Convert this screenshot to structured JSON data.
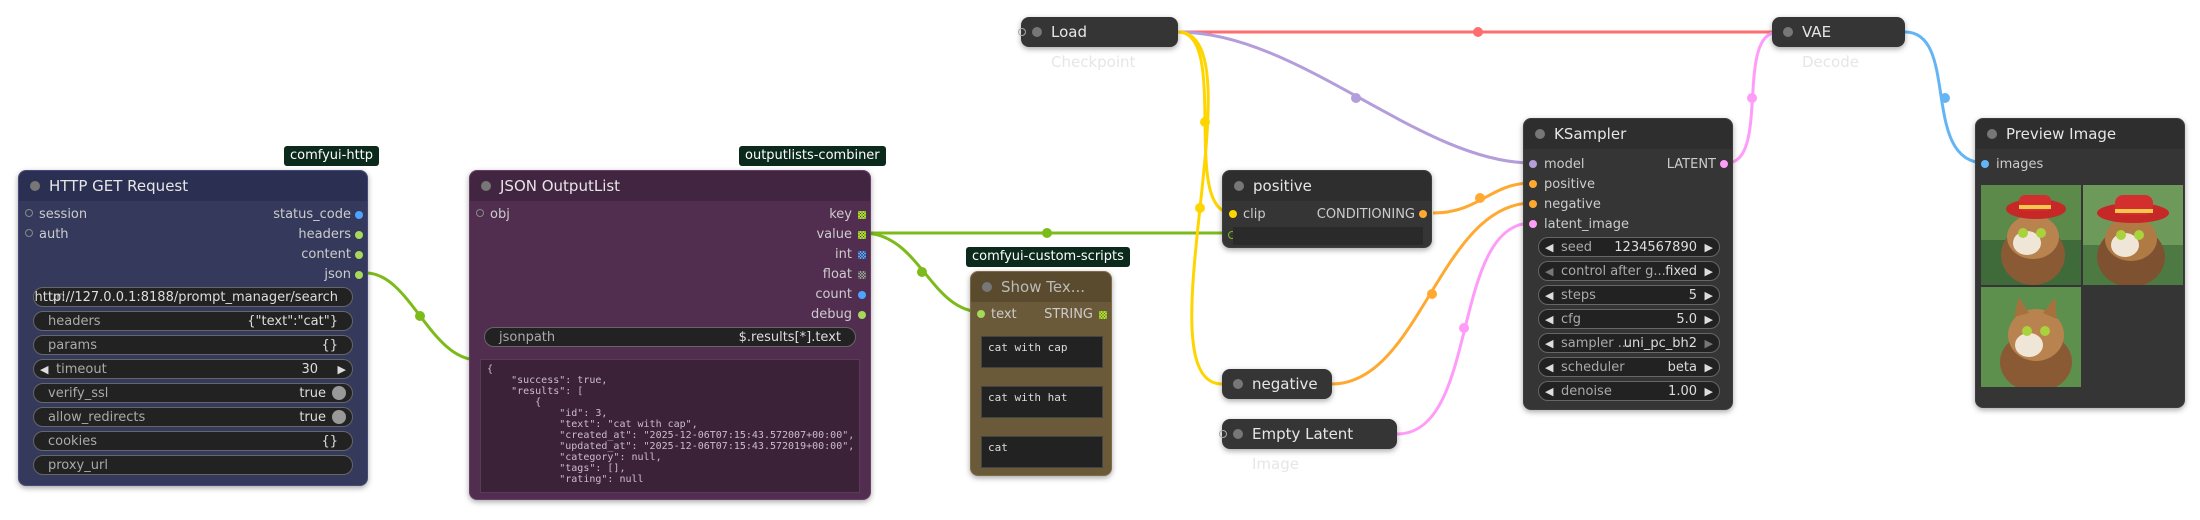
{
  "badges": {
    "http": "comfyui-http",
    "outputlists": "outputlists-combiner",
    "custom_scripts": "comfyui-custom-scripts"
  },
  "http_node": {
    "title": "HTTP GET Request",
    "inputs": [
      "session",
      "auth"
    ],
    "outputs": [
      "status_code",
      "headers",
      "content",
      "json"
    ],
    "widgets": [
      {
        "label": "url",
        "value": "http://127.0.0.1:8188/prompt_manager/search"
      },
      {
        "label": "headers",
        "value": "{\"text\":\"cat\"}"
      },
      {
        "label": "params",
        "value": "{}"
      },
      {
        "label": "timeout",
        "value": "30"
      },
      {
        "label": "verify_ssl",
        "value": "true"
      },
      {
        "label": "allow_redirects",
        "value": "true"
      },
      {
        "label": "cookies",
        "value": "{}"
      },
      {
        "label": "proxy_url",
        "value": ""
      }
    ]
  },
  "json_node": {
    "title": "JSON OutputList",
    "input": "obj",
    "outputs": [
      "key",
      "value",
      "int",
      "float",
      "count",
      "debug"
    ],
    "jsonpath_label": "jsonpath",
    "jsonpath_value": "$.results[*].text",
    "preview": "{\n    \"success\": true,\n    \"results\": [\n        {\n            \"id\": 3,\n            \"text\": \"cat with cap\",\n            \"created_at\": \"2025-12-06T07:15:43.572007+00:00\",\n            \"updated_at\": \"2025-12-06T07:15:43.572019+00:00\",\n            \"category\": null,\n            \"tags\": [],\n            \"rating\": null"
  },
  "show_text_node": {
    "title": "Show Tex...",
    "input": "text",
    "output": "STRING",
    "texts": [
      "cat with cap",
      "cat with hat",
      "cat"
    ]
  },
  "load_checkpoint": {
    "title": "Load Checkpoint"
  },
  "positive_node": {
    "title": "positive",
    "input": "clip",
    "output": "CONDITIONING"
  },
  "negative_node": {
    "title": "negative"
  },
  "empty_latent": {
    "title": "Empty Latent Image"
  },
  "ksampler": {
    "title": "KSampler",
    "inputs": [
      "model",
      "positive",
      "negative",
      "latent_image"
    ],
    "output": "LATENT",
    "widgets": [
      {
        "label": "seed",
        "value": "1234567890"
      },
      {
        "label": "control after g...",
        "value": "fixed"
      },
      {
        "label": "steps",
        "value": "5"
      },
      {
        "label": "cfg",
        "value": "5.0"
      },
      {
        "label": "sampler ...",
        "value": "uni_pc_bh2"
      },
      {
        "label": "scheduler",
        "value": "beta"
      },
      {
        "label": "denoise",
        "value": "1.00"
      }
    ]
  },
  "vae_decode": {
    "title": "VAE Decode"
  },
  "preview_image": {
    "title": "Preview Image",
    "input": "images"
  },
  "colors": {
    "model": "#b39ddb",
    "clip": "#ffd500",
    "conditioning": "#ffa931",
    "latent": "#ff9cf9",
    "vae": "#ff6e6e",
    "image": "#64b5f6",
    "string": "#7cbb1a"
  }
}
